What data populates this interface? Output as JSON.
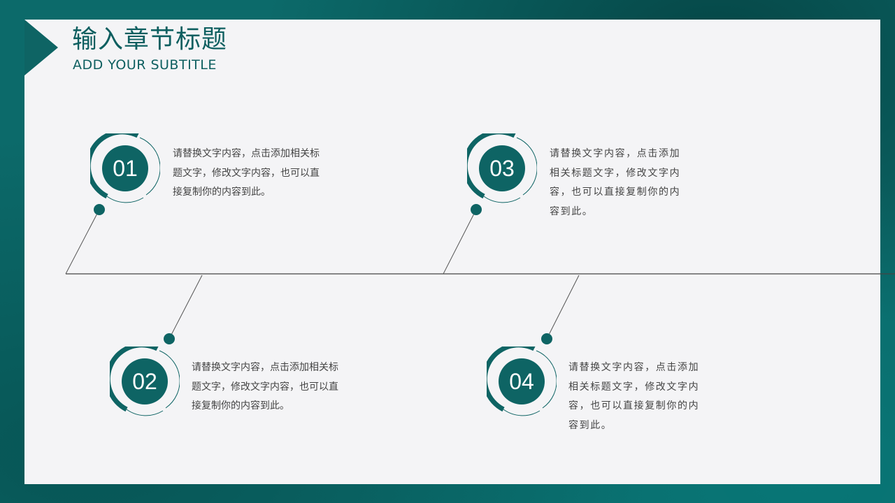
{
  "header": {
    "title": "输入章节标题",
    "subtitle": "ADD YOUR SUBTITLE"
  },
  "colors": {
    "accent": "#0e6464",
    "background": "#0c6a6a",
    "card": "#f4f4f6",
    "text": "#444444",
    "line": "#444444"
  },
  "timeline": {
    "items": [
      {
        "number": "01",
        "position": "top",
        "text": "请替换文字内容，点击添加相关标题文字，修改文字内容，也可以直接复制你的内容到此。"
      },
      {
        "number": "02",
        "position": "bottom",
        "text": "请替换文字内容，点击添加相关标题文字，修改文字内容，也可以直接复制你的内容到此。"
      },
      {
        "number": "03",
        "position": "top",
        "text": "请替换文字内容，点击添加相关标题文字，修改文字内容，也可以直接复制你的内容到此。"
      },
      {
        "number": "04",
        "position": "bottom",
        "text": "请替换文字内容，点击添加相关标题文字，修改文字内容，也可以直接复制你的内容到此。"
      }
    ]
  }
}
